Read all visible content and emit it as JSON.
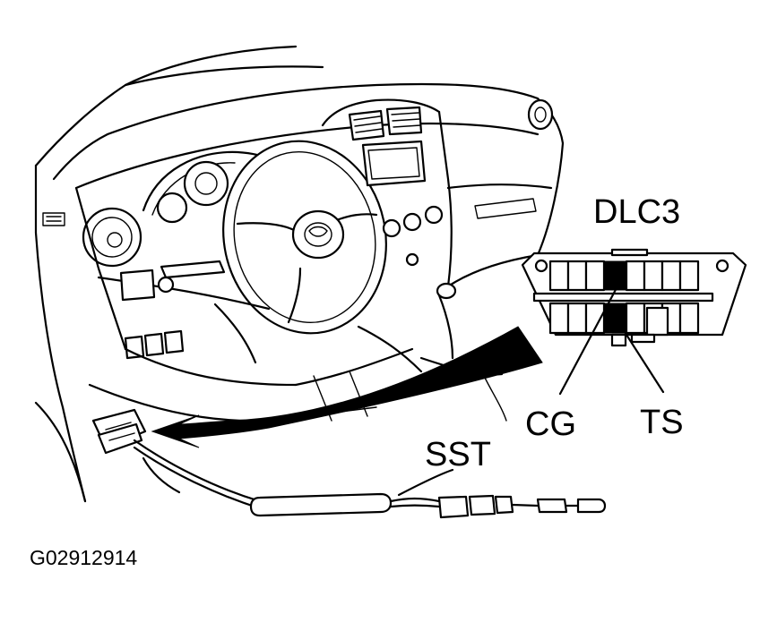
{
  "labels": {
    "connector": "DLC3",
    "pin_cg": "CG",
    "pin_ts": "TS",
    "tool": "SST",
    "figure_id": "G02912914"
  },
  "colors": {
    "ink": "#000000",
    "paper": "#ffffff"
  }
}
